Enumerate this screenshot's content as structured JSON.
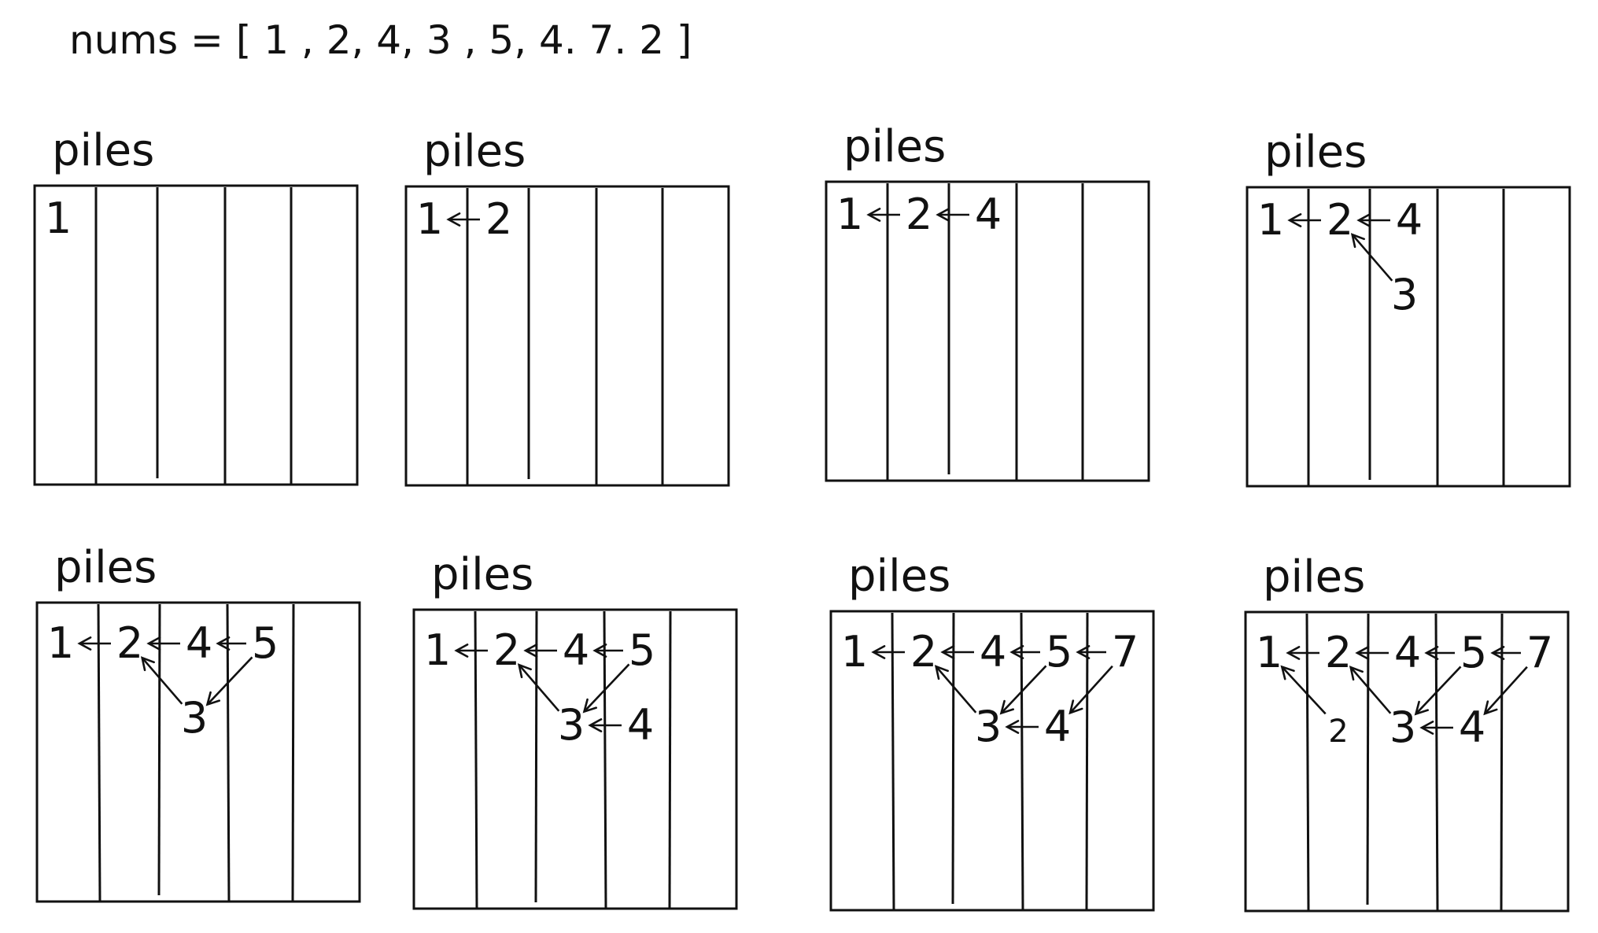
{
  "header": {
    "text": "nums = [ 1 , 2, 4, 3 , 5, 4. 7. 2 ]"
  },
  "pile_label": "piles",
  "panels": [
    {
      "label": "piles",
      "nodes": [
        {
          "text": "1"
        }
      ],
      "arrows": []
    },
    {
      "label": "piles",
      "nodes": [
        {
          "text": "1"
        },
        {
          "text": "2"
        }
      ],
      "arrows": [
        {
          "from": 1,
          "to": 0
        }
      ]
    },
    {
      "label": "piles",
      "nodes": [
        {
          "text": "1"
        },
        {
          "text": "2"
        },
        {
          "text": "4"
        }
      ],
      "arrows": [
        {
          "from": 1,
          "to": 0
        },
        {
          "from": 2,
          "to": 1
        }
      ]
    },
    {
      "label": "piles",
      "nodes": [
        {
          "text": "1"
        },
        {
          "text": "2"
        },
        {
          "text": "4"
        },
        {
          "text": "3"
        }
      ],
      "arrows": [
        {
          "from": 1,
          "to": 0
        },
        {
          "from": 2,
          "to": 1
        },
        {
          "from": 3,
          "to": 1
        }
      ]
    },
    {
      "label": "piles",
      "nodes": [
        {
          "text": "1"
        },
        {
          "text": "2"
        },
        {
          "text": "4"
        },
        {
          "text": "5"
        },
        {
          "text": "3"
        }
      ],
      "arrows": [
        {
          "from": 1,
          "to": 0
        },
        {
          "from": 2,
          "to": 1
        },
        {
          "from": 3,
          "to": 2
        },
        {
          "from": 4,
          "to": 1
        },
        {
          "from": 3,
          "to": 4
        }
      ]
    },
    {
      "label": "piles",
      "nodes": [
        {
          "text": "1"
        },
        {
          "text": "2"
        },
        {
          "text": "4"
        },
        {
          "text": "5"
        },
        {
          "text": "3"
        },
        {
          "text": "4"
        }
      ],
      "arrows": [
        {
          "from": 1,
          "to": 0
        },
        {
          "from": 2,
          "to": 1
        },
        {
          "from": 3,
          "to": 2
        },
        {
          "from": 4,
          "to": 1
        },
        {
          "from": 3,
          "to": 4
        },
        {
          "from": 5,
          "to": 4
        }
      ]
    },
    {
      "label": "piles",
      "nodes": [
        {
          "text": "1"
        },
        {
          "text": "2"
        },
        {
          "text": "4"
        },
        {
          "text": "5"
        },
        {
          "text": "7"
        },
        {
          "text": "3"
        },
        {
          "text": "4"
        }
      ],
      "arrows": [
        {
          "from": 1,
          "to": 0
        },
        {
          "from": 2,
          "to": 1
        },
        {
          "from": 3,
          "to": 2
        },
        {
          "from": 4,
          "to": 3
        },
        {
          "from": 5,
          "to": 1
        },
        {
          "from": 3,
          "to": 5
        },
        {
          "from": 6,
          "to": 5
        },
        {
          "from": 4,
          "to": 6
        }
      ]
    },
    {
      "label": "piles",
      "nodes": [
        {
          "text": "1"
        },
        {
          "text": "2"
        },
        {
          "text": "4"
        },
        {
          "text": "5"
        },
        {
          "text": "7"
        },
        {
          "text": "2"
        },
        {
          "text": "3"
        },
        {
          "text": "4"
        }
      ],
      "arrows": [
        {
          "from": 1,
          "to": 0
        },
        {
          "from": 2,
          "to": 1
        },
        {
          "from": 3,
          "to": 2
        },
        {
          "from": 4,
          "to": 3
        },
        {
          "from": 5,
          "to": 0
        },
        {
          "from": 6,
          "to": 1
        },
        {
          "from": 3,
          "to": 6
        },
        {
          "from": 7,
          "to": 6
        },
        {
          "from": 4,
          "to": 7
        }
      ]
    }
  ]
}
